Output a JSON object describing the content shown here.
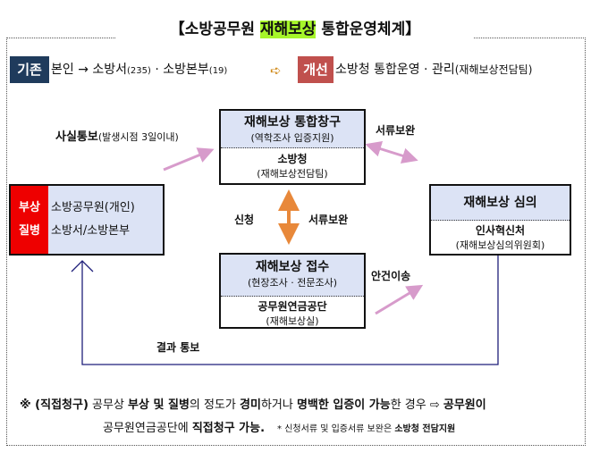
{
  "title": {
    "prefix": "【소방공무원 ",
    "highlight": "재해보상",
    "suffix": " 통합운영체계】"
  },
  "comparison": {
    "before_tag": "기존",
    "before_text": "본인 → 소방서",
    "before_count1": "(235)",
    "before_sep": " · 소방본부",
    "before_count2": "(19)",
    "arrow_icon": "right-arrow-icon",
    "after_tag": "개선",
    "after_text": "소방청 통합운영 · 관리",
    "after_note": "(재해보상전담팀)"
  },
  "colors": {
    "before": "#1f3b5c",
    "after": "#c0504d",
    "highlight": "#a6f52a",
    "header_fill": "#dce3f5",
    "red_strip": "#ee0000",
    "pink_arrow": "#d79bcb",
    "orange_arrow": "#e8883a",
    "navy_line": "#1f1f7a"
  },
  "boxes": {
    "window": {
      "title": "재해보상 통합창구",
      "sub": "(역학조사 입증지원)",
      "org": "소방청",
      "org_sub": "(재해보상전담팀)"
    },
    "claimant": {
      "tag1": "부상",
      "tag2": "질병",
      "line1": "소방공무원(개인)",
      "line2": "소방서/소방본부"
    },
    "review": {
      "title": "재해보상 심의",
      "org": "인사혁신처",
      "org_sub": "(재해보상심의위원회)"
    },
    "intake": {
      "title": "재해보상 접수",
      "sub": "(현장조사 · 전문조사)",
      "org": "공무원연금공단",
      "org_sub": "(재해보상실)"
    }
  },
  "labels": {
    "fact_report": "사실통보",
    "fact_report_note": "(발생시점 3일이내)",
    "doc_supplement_top": "서류보완",
    "apply": "신청",
    "doc_supplement_mid": "서류보완",
    "transfer": "안건이송",
    "result": "결과 통보"
  },
  "footer": {
    "line1_a": "※ (직접청구)",
    "line1_b": " 공무상 ",
    "line1_c": "부상 및 질병",
    "line1_d": "의 정도가 ",
    "line1_e": "경미",
    "line1_f": "하거나 ",
    "line1_g": "명백한 입증이 가능",
    "line1_h": "한 경우 ⇨ ",
    "line1_i": "공무원이",
    "line2_a": "공무원연금공단에 ",
    "line2_b": "직접청구 가능.",
    "line2_note": "* 신청서류 및 입증서류 보완은 ",
    "line2_note_b": "소방청 전담지원"
  }
}
